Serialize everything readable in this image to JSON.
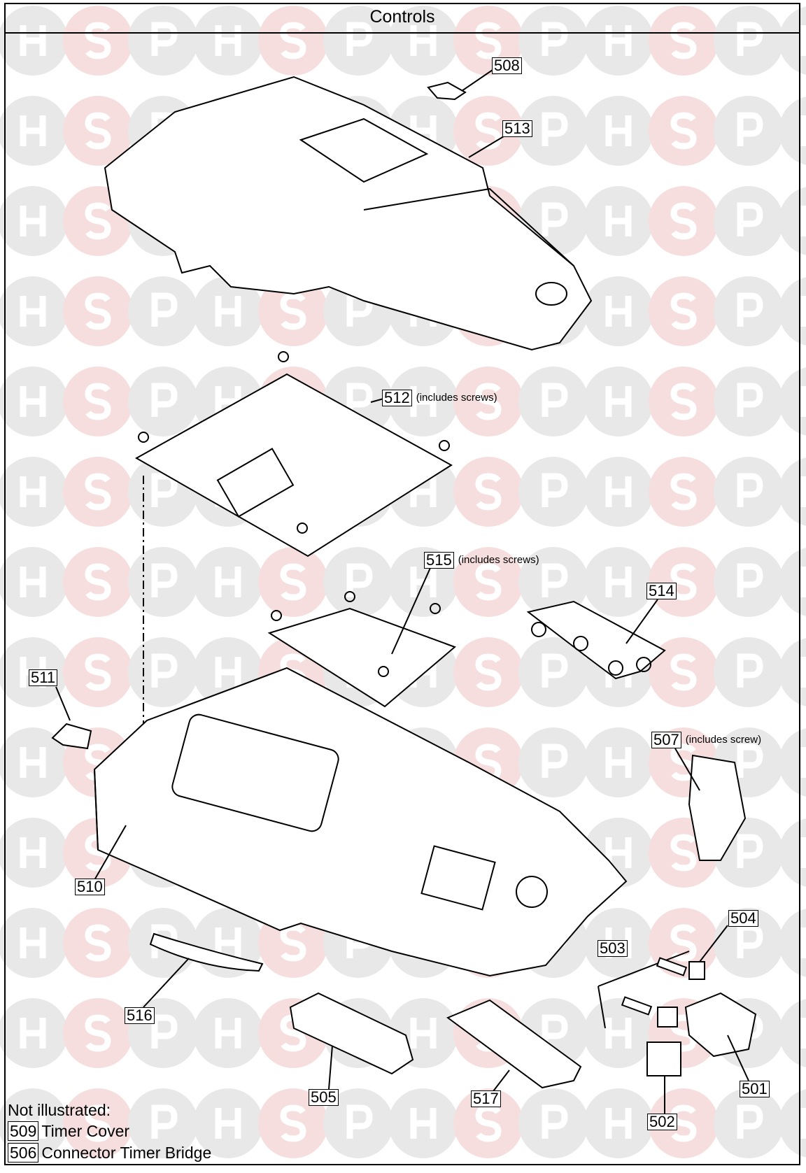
{
  "title": "Controls",
  "watermark": {
    "letters": [
      "H",
      "S",
      "P"
    ],
    "colors": {
      "grey": "#e8e8e8",
      "red": "#f7dede"
    }
  },
  "parts": [
    {
      "id": "508",
      "note": ""
    },
    {
      "id": "513",
      "note": ""
    },
    {
      "id": "512",
      "note": "(includes screws)"
    },
    {
      "id": "515",
      "note": "(includes screws)"
    },
    {
      "id": "514",
      "note": ""
    },
    {
      "id": "511",
      "note": ""
    },
    {
      "id": "507",
      "note": "(includes screw)"
    },
    {
      "id": "510",
      "note": ""
    },
    {
      "id": "504",
      "note": ""
    },
    {
      "id": "503",
      "note": ""
    },
    {
      "id": "516",
      "note": ""
    },
    {
      "id": "505",
      "note": ""
    },
    {
      "id": "517",
      "note": ""
    },
    {
      "id": "501",
      "note": ""
    },
    {
      "id": "502",
      "note": ""
    }
  ],
  "not_illustrated": {
    "heading": "Not illustrated:",
    "items": [
      {
        "id": "509",
        "label": "Timer Cover"
      },
      {
        "id": "506",
        "label": "Connector Timer Bridge"
      }
    ]
  }
}
